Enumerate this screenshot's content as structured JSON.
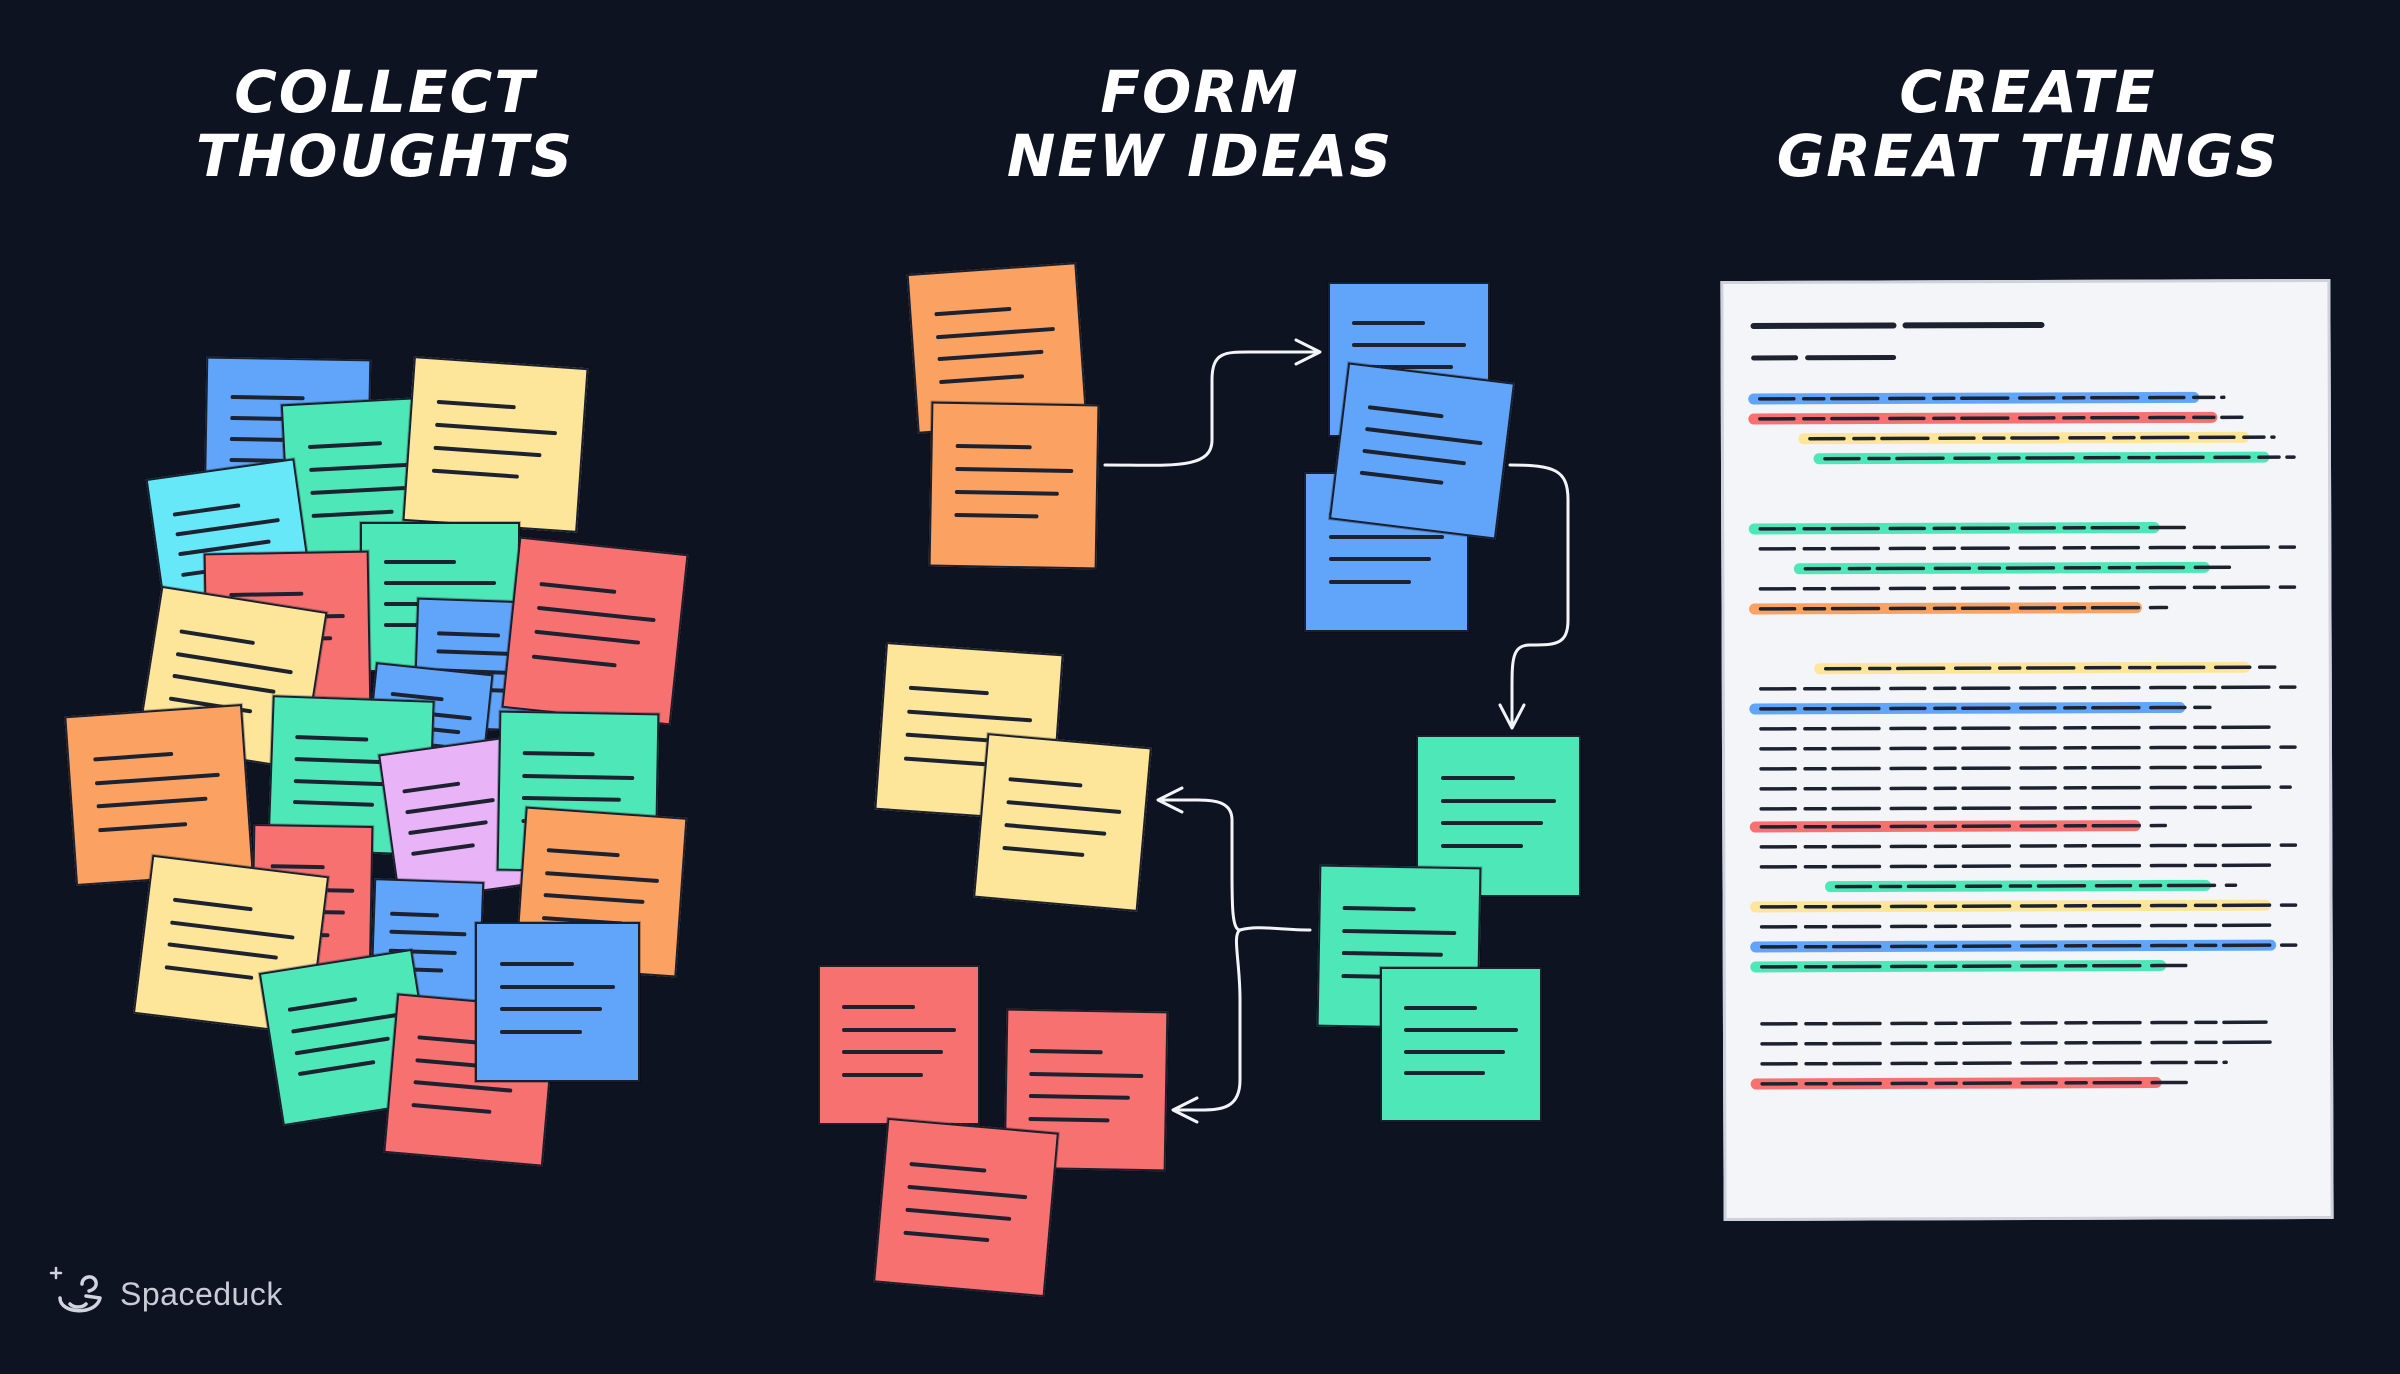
{
  "headings": {
    "collect": [
      "COLLECT",
      "THOUGHTS"
    ],
    "form": [
      "FORM",
      "NEW IDEAS"
    ],
    "create": [
      "CREATE",
      "GREAT THINGS"
    ]
  },
  "brand": {
    "name": "Spaceduck",
    "logo_icon": "duck-logo-icon"
  },
  "colors": {
    "background": "#0e1322",
    "blue": "#60a5fa",
    "green": "#4ee8b8",
    "yellow": "#fde59a",
    "red": "#f87171",
    "orange": "#fba262",
    "cyan": "#67e8f9",
    "purple": "#e9b3f7",
    "paper": "#f4f5f8",
    "ink": "#1d2230"
  }
}
